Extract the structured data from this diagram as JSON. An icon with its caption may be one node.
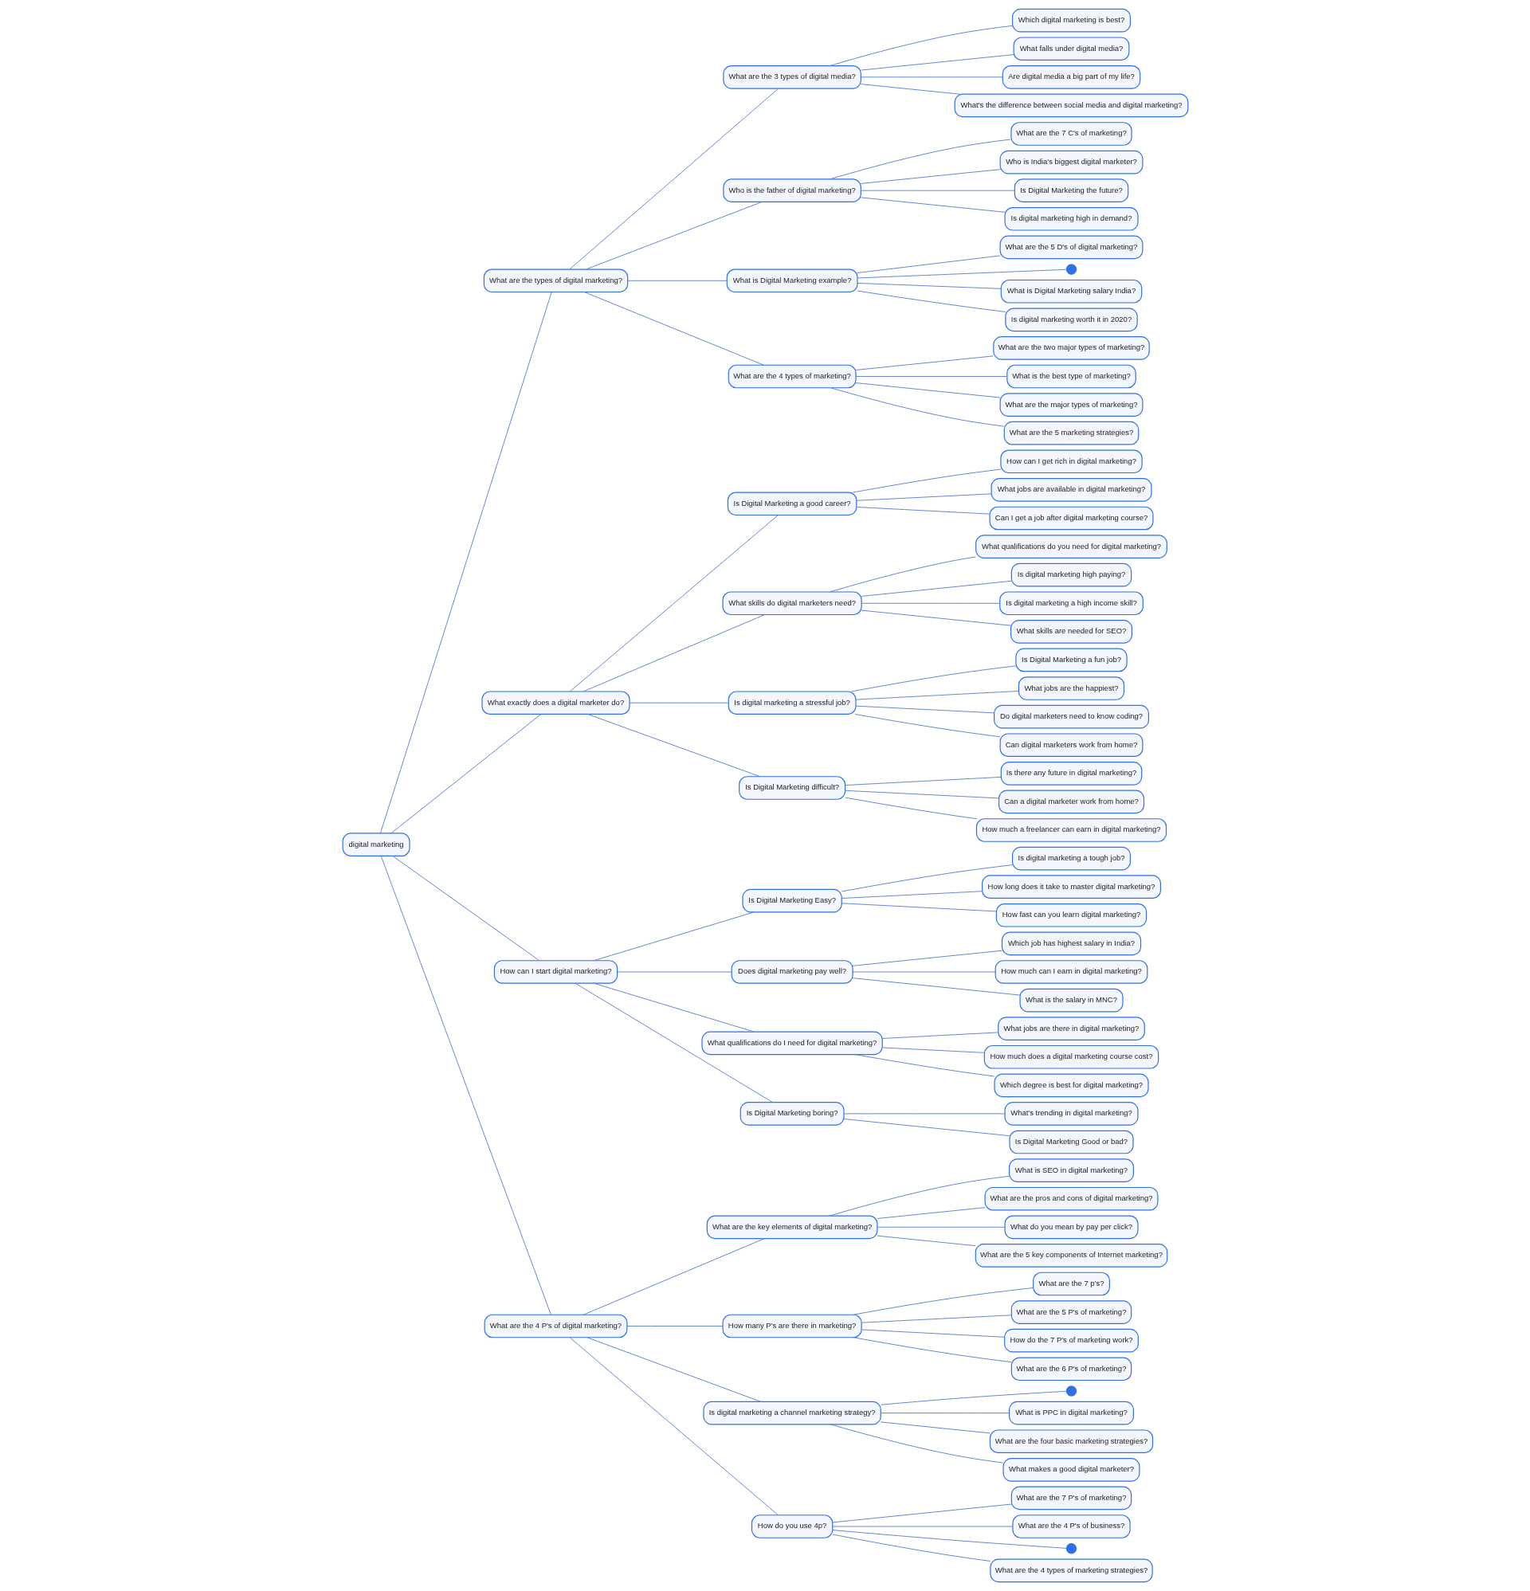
{
  "diagram": {
    "nodes": [
      {
        "text": [
          "digital marketing"
        ]
      },
      {
        "text": [
          "What are the types of digital marketing?"
        ]
      },
      {
        "text": [
          "What are the 3 types of digital media?"
        ]
      },
      {
        "text": [
          "Which digital marketing is best?"
        ]
      },
      {
        "text": [
          "What falls under digital media?"
        ]
      },
      {
        "text": [
          "Are digital media a big part of my life?"
        ]
      },
      {
        "text": [
          "What's the difference between social media and digital marketing?"
        ]
      },
      {
        "text": [
          "Who is the father of digital marketing?"
        ]
      },
      {
        "text": [
          "What are the 7 C's of marketing?"
        ]
      },
      {
        "text": [
          "Who is India's biggest digital marketer?"
        ]
      },
      {
        "text": [
          "Is Digital Marketing the future?"
        ]
      },
      {
        "text": [
          "Is digital marketing high in demand?"
        ]
      },
      {
        "text": [
          "What is Digital Marketing example?"
        ]
      },
      {
        "text": [
          "What are the 5 D's of digital marketing?"
        ]
      },
      {
        "text": [],
        "shape": "circle"
      },
      {
        "text": [
          "What is Digital Marketing salary India?"
        ]
      },
      {
        "text": [
          "Is digital marketing worth it in 2020?"
        ]
      },
      {
        "text": [
          "What are the 4 types of marketing?"
        ]
      },
      {
        "text": [
          "What are the two major types of marketing?"
        ]
      },
      {
        "text": [
          "What is the best type of marketing?"
        ]
      },
      {
        "text": [
          "What are the major types of marketing?"
        ]
      },
      {
        "text": [
          "What are the 5 marketing strategies?"
        ]
      },
      {
        "text": [
          "What exactly does a digital marketer do?"
        ]
      },
      {
        "text": [
          "Is Digital Marketing a good career?"
        ]
      },
      {
        "text": [
          "How can I get rich in digital marketing?"
        ]
      },
      {
        "text": [
          "What jobs are available in digital marketing?"
        ]
      },
      {
        "text": [
          "Can I get a job after digital marketing course?"
        ]
      },
      {
        "text": [
          "What skills do digital marketers need?"
        ]
      },
      {
        "text": [
          "What qualifications do you need for digital marketing?"
        ]
      },
      {
        "text": [
          "Is digital marketing high paying?"
        ]
      },
      {
        "text": [
          "Is digital marketing a high income skill?"
        ]
      },
      {
        "text": [
          "What skills are needed for SEO?"
        ]
      },
      {
        "text": [
          "Is digital marketing a stressful job?"
        ]
      },
      {
        "text": [
          "Is Digital Marketing a fun job?"
        ]
      },
      {
        "text": [
          "What jobs are the happiest?"
        ]
      },
      {
        "text": [
          "Do digital marketers need to know coding?"
        ]
      },
      {
        "text": [
          "Can digital marketers work from home?"
        ]
      },
      {
        "text": [
          "Is Digital Marketing difficult?"
        ]
      },
      {
        "text": [
          "Is there any future in digital marketing?"
        ]
      },
      {
        "text": [
          "Can a digital marketer work from home?"
        ]
      },
      {
        "text": [
          "How much a freelancer can earn in digital marketing?"
        ]
      },
      {
        "text": [
          "How can I start digital marketing?"
        ]
      },
      {
        "text": [
          "Is Digital Marketing Easy?"
        ]
      },
      {
        "text": [
          "Is digital marketing a tough job?"
        ]
      },
      {
        "text": [
          "How long does it take to master digital marketing?"
        ]
      },
      {
        "text": [
          "How fast can you learn digital marketing?"
        ]
      },
      {
        "text": [
          "Does digital marketing pay well?"
        ]
      },
      {
        "text": [
          "Which job has highest salary in India?"
        ]
      },
      {
        "text": [
          "How much can I earn in digital marketing?"
        ]
      },
      {
        "text": [
          "What is the salary in MNC?"
        ]
      },
      {
        "text": [
          "What qualifications do I need for digital marketing?"
        ]
      },
      {
        "text": [
          "What jobs are there in digital marketing?"
        ]
      },
      {
        "text": [
          "How much does a digital marketing course cost?"
        ]
      },
      {
        "text": [
          "Which degree is best for digital marketing?"
        ]
      },
      {
        "text": [
          "Is Digital Marketing boring?"
        ]
      },
      {
        "text": [
          "What's trending in digital marketing?"
        ]
      },
      {
        "text": [
          "Is Digital Marketing Good or bad?"
        ]
      },
      {
        "text": [
          "What are the 4 P's of digital marketing?"
        ]
      },
      {
        "text": [
          "What are the key elements of digital marketing?"
        ]
      },
      {
        "text": [
          "What is SEO in digital marketing?"
        ]
      },
      {
        "text": [
          "What are the pros and cons of digital marketing?"
        ]
      },
      {
        "text": [
          "What do you mean by pay per click?"
        ]
      },
      {
        "text": [
          "What are the 5 key components of Internet marketing?"
        ]
      },
      {
        "text": [
          "How many P's are there in marketing?"
        ]
      },
      {
        "text": [
          "What are the 7 p's?"
        ]
      },
      {
        "text": [
          "What are the 5 P's of marketing?"
        ]
      },
      {
        "text": [
          "How do the 7 P's of marketing work?"
        ]
      },
      {
        "text": [
          "What are the 6 P's of marketing?"
        ]
      },
      {
        "text": [
          "Is digital marketing a channel marketing strategy?"
        ]
      },
      {
        "text": [],
        "shape": "circle"
      },
      {
        "text": [
          "What is PPC in digital marketing?"
        ]
      },
      {
        "text": [
          "What are the four basic marketing strategies?"
        ]
      },
      {
        "text": [
          "What makes a good digital marketer?"
        ]
      },
      {
        "text": [
          "How do you use 4p?"
        ]
      },
      {
        "text": [
          "What are the 7 P's of marketing?"
        ]
      },
      {
        "text": [
          "What are the 4 P's of business?"
        ]
      },
      {
        "text": [],
        "shape": "circle"
      },
      {
        "text": [
          "What are the 4 types of marketing strategies?"
        ]
      }
    ],
    "edges": [
      {
        "from": 0,
        "to": 1,
        "arrow": "none"
      },
      {
        "from": 1,
        "to": 2,
        "arrow": "none"
      },
      {
        "from": 2,
        "to": 3,
        "arrow": "none"
      },
      {
        "from": 2,
        "to": 4,
        "arrow": "none"
      },
      {
        "from": 2,
        "to": 5,
        "arrow": "none"
      },
      {
        "from": 2,
        "to": 6,
        "arrow": "none"
      },
      {
        "from": 1,
        "to": 7,
        "arrow": "none"
      },
      {
        "from": 7,
        "to": 8,
        "arrow": "none"
      },
      {
        "from": 7,
        "to": 9,
        "arrow": "none"
      },
      {
        "from": 7,
        "to": 10,
        "arrow": "none"
      },
      {
        "from": 7,
        "to": 11,
        "arrow": "none"
      },
      {
        "from": 1,
        "to": 12,
        "arrow": "none"
      },
      {
        "from": 12,
        "to": 13,
        "arrow": "none"
      },
      {
        "from": 12,
        "to": 14,
        "arrow": "none"
      },
      {
        "from": 12,
        "to": 15,
        "arrow": "none"
      },
      {
        "from": 12,
        "to": 16,
        "arrow": "none"
      },
      {
        "from": 1,
        "to": 17,
        "arrow": "none"
      },
      {
        "from": 17,
        "to": 18,
        "arrow": "none"
      },
      {
        "from": 17,
        "to": 19,
        "arrow": "none"
      },
      {
        "from": 17,
        "to": 20,
        "arrow": "none"
      },
      {
        "from": 17,
        "to": 21,
        "arrow": "none"
      },
      {
        "from": 0,
        "to": 22,
        "arrow": "none"
      },
      {
        "from": 22,
        "to": 23,
        "arrow": "none"
      },
      {
        "from": 23,
        "to": 24,
        "arrow": "none"
      },
      {
        "from": 23,
        "to": 25,
        "arrow": "none"
      },
      {
        "from": 23,
        "to": 26,
        "arrow": "none"
      },
      {
        "from": 22,
        "to": 27,
        "arrow": "none"
      },
      {
        "from": 27,
        "to": 28,
        "arrow": "none"
      },
      {
        "from": 27,
        "to": 29,
        "arrow": "none"
      },
      {
        "from": 27,
        "to": 30,
        "arrow": "none"
      },
      {
        "from": 27,
        "to": 31,
        "arrow": "none"
      },
      {
        "from": 22,
        "to": 32,
        "arrow": "none"
      },
      {
        "from": 32,
        "to": 33,
        "arrow": "none"
      },
      {
        "from": 32,
        "to": 34,
        "arrow": "none"
      },
      {
        "from": 32,
        "to": 35,
        "arrow": "none"
      },
      {
        "from": 32,
        "to": 36,
        "arrow": "none"
      },
      {
        "from": 22,
        "to": 37,
        "arrow": "none"
      },
      {
        "from": 37,
        "to": 38,
        "arrow": "none"
      },
      {
        "from": 37,
        "to": 39,
        "arrow": "none"
      },
      {
        "from": 37,
        "to": 40,
        "arrow": "none"
      },
      {
        "from": 0,
        "to": 41,
        "arrow": "none"
      },
      {
        "from": 41,
        "to": 42,
        "arrow": "none"
      },
      {
        "from": 42,
        "to": 43,
        "arrow": "none"
      },
      {
        "from": 42,
        "to": 44,
        "arrow": "none"
      },
      {
        "from": 42,
        "to": 45,
        "arrow": "none"
      },
      {
        "from": 41,
        "to": 46,
        "arrow": "none"
      },
      {
        "from": 46,
        "to": 47,
        "arrow": "none"
      },
      {
        "from": 46,
        "to": 48,
        "arrow": "none"
      },
      {
        "from": 46,
        "to": 49,
        "arrow": "none"
      },
      {
        "from": 41,
        "to": 50,
        "arrow": "none"
      },
      {
        "from": 50,
        "to": 51,
        "arrow": "none"
      },
      {
        "from": 50,
        "to": 52,
        "arrow": "none"
      },
      {
        "from": 50,
        "to": 53,
        "arrow": "none"
      },
      {
        "from": 41,
        "to": 54,
        "arrow": "none"
      },
      {
        "from": 54,
        "to": 55,
        "arrow": "none"
      },
      {
        "from": 54,
        "to": 56,
        "arrow": "none"
      },
      {
        "from": 0,
        "to": 57,
        "arrow": "none"
      },
      {
        "from": 57,
        "to": 58,
        "arrow": "none"
      },
      {
        "from": 58,
        "to": 59,
        "arrow": "none"
      },
      {
        "from": 58,
        "to": 60,
        "arrow": "none"
      },
      {
        "from": 58,
        "to": 61,
        "arrow": "none"
      },
      {
        "from": 58,
        "to": 62,
        "arrow": "none"
      },
      {
        "from": 57,
        "to": 63,
        "arrow": "none"
      },
      {
        "from": 63,
        "to": 64,
        "arrow": "none"
      },
      {
        "from": 63,
        "to": 65,
        "arrow": "none"
      },
      {
        "from": 63,
        "to": 66,
        "arrow": "none"
      },
      {
        "from": 63,
        "to": 67,
        "arrow": "none"
      },
      {
        "from": 57,
        "to": 68,
        "arrow": "none"
      },
      {
        "from": 68,
        "to": 69,
        "arrow": "none"
      },
      {
        "from": 68,
        "to": 70,
        "arrow": "none"
      },
      {
        "from": 68,
        "to": 71,
        "arrow": "none"
      },
      {
        "from": 68,
        "to": 72,
        "arrow": "none"
      },
      {
        "from": 57,
        "to": 73,
        "arrow": "none"
      },
      {
        "from": 73,
        "to": 74,
        "arrow": "none"
      },
      {
        "from": 73,
        "to": 75,
        "arrow": "none"
      },
      {
        "from": 73,
        "to": 76,
        "arrow": "none"
      },
      {
        "from": 73,
        "to": 77,
        "arrow": "none"
      }
    ]
  }
}
